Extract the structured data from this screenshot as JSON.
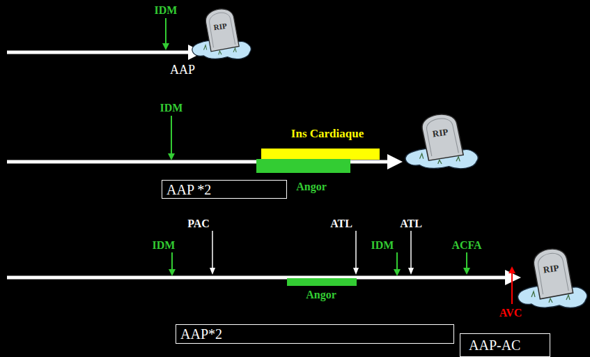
{
  "diagram": {
    "nodes": [
      {
        "text": [
          "AAP *2"
        ]
      },
      {
        "text": [
          "AAP*2"
        ]
      },
      {
        "text": [
          "AAP-AC"
        ]
      }
    ],
    "labels": [
      "IDM",
      "RIP",
      "AAP",
      "IDM",
      "Ins Cardiaque",
      "RIP",
      "Angor",
      "PAC",
      "IDM",
      "ATL",
      "IDM",
      "ATL",
      "ACFA",
      "RIP",
      "Angor",
      "AVC"
    ]
  }
}
